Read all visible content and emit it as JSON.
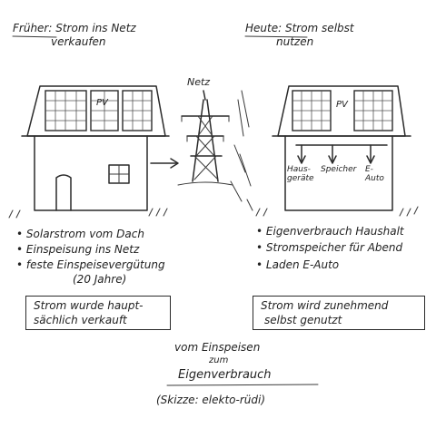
{
  "left": {
    "heading_line1": "Früher: Strom ins Netz",
    "heading_line2": "verkaufen",
    "pv_label": "PV",
    "bullets": [
      "Solarstrom vom Dach",
      "Einspeisung ins Netz",
      "feste Einspeisevergütung",
      "(20 Jahre)"
    ],
    "box_line1": "Strom wurde haupt-",
    "box_line2": "sächlich verkauft"
  },
  "center": {
    "grid_label": "Netz"
  },
  "right": {
    "heading_line1": "Heute: Strom selbst",
    "heading_line2": "nutzen",
    "pv_label": "PV",
    "devices": {
      "household_line1": "Haus-",
      "household_line2": "geräte",
      "storage": "Speicher",
      "ev_line1": "E-",
      "ev_line2": "Auto"
    },
    "bullets": [
      "Eigenverbrauch Haushalt",
      "Stromspeicher für Abend",
      "Laden E-Auto"
    ],
    "box_line1": "Strom wird zunehmend",
    "box_line2": "selbst genutzt"
  },
  "footer": {
    "line1": "vom Einspeisen",
    "line2": "zum",
    "line3": "Eigenverbrauch",
    "credit": "(Skizze: elekto-rüdi)"
  }
}
